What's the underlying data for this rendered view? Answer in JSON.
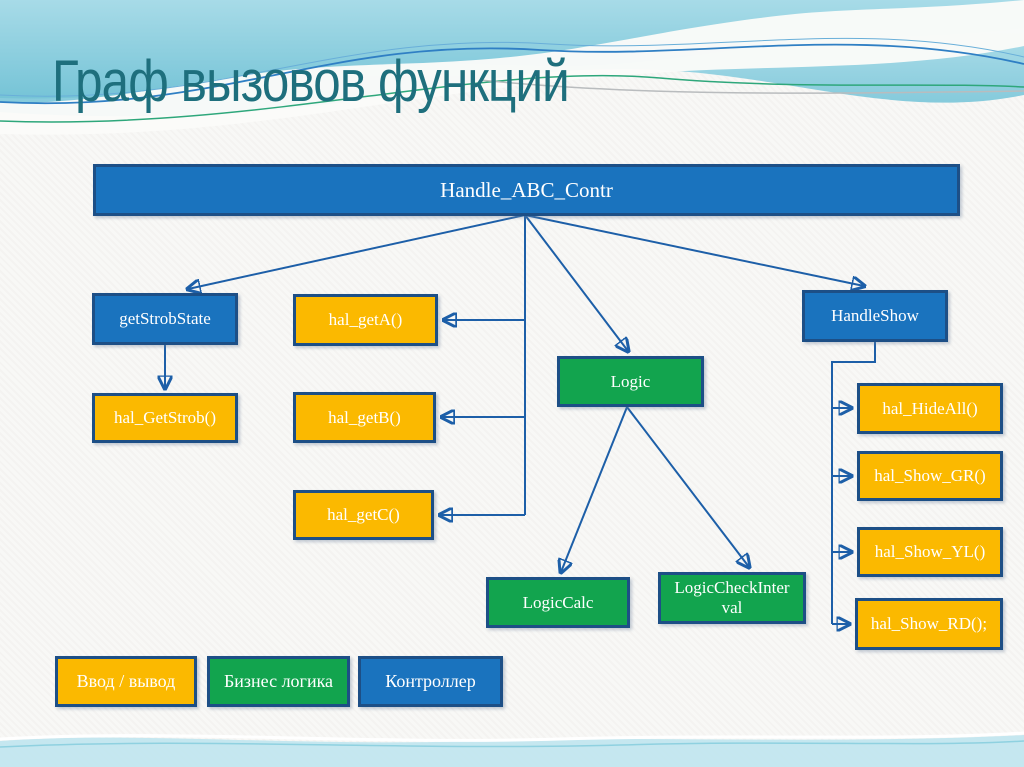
{
  "slide": {
    "title": "Граф вызовов функций"
  },
  "palette": {
    "title_teal": "#1E6F7D",
    "controller_blue": "#1A73BE",
    "io_yellow": "#FBB900",
    "business_green": "#12A44E",
    "box_border_navy": "#1D4F86",
    "connector_blue": "#1D5FA8",
    "wave_cyan": "#8FD1E0"
  },
  "nodes": {
    "handle_abc": {
      "label": "Handle_ABC_Contr",
      "category": "controller"
    },
    "get_strob_state": {
      "label": "getStrobState",
      "category": "controller"
    },
    "hal_get_strob": {
      "label": "hal_GetStrob()",
      "category": "io"
    },
    "hal_get_a": {
      "label": "hal_getA()",
      "category": "io"
    },
    "hal_get_b": {
      "label": "hal_getB()",
      "category": "io"
    },
    "hal_get_c": {
      "label": "hal_getC()",
      "category": "io"
    },
    "logic": {
      "label": "Logic",
      "category": "business"
    },
    "logic_calc": {
      "label": "LogicCalc",
      "category": "business"
    },
    "logic_check_interval": {
      "label": "LogicCheckInterval",
      "category": "business"
    },
    "handle_show": {
      "label": "HandleShow",
      "category": "controller"
    },
    "hal_hide_all": {
      "label": "hal_HideAll()",
      "category": "io"
    },
    "hal_show_gr": {
      "label": "hal_Show_GR()",
      "category": "io"
    },
    "hal_show_yl": {
      "label": "hal_Show_YL()",
      "category": "io"
    },
    "hal_show_rd": {
      "label": "hal_Show_RD();",
      "category": "io"
    }
  },
  "edges": [
    {
      "from": "Handle_ABC_Contr",
      "to": "getStrobState"
    },
    {
      "from": "Handle_ABC_Contr",
      "to": "hal_getA()"
    },
    {
      "from": "Handle_ABC_Contr",
      "to": "hal_getB()"
    },
    {
      "from": "Handle_ABC_Contr",
      "to": "hal_getC()"
    },
    {
      "from": "Handle_ABC_Contr",
      "to": "Logic"
    },
    {
      "from": "Handle_ABC_Contr",
      "to": "HandleShow"
    },
    {
      "from": "getStrobState",
      "to": "hal_GetStrob()"
    },
    {
      "from": "Logic",
      "to": "LogicCalc"
    },
    {
      "from": "Logic",
      "to": "LogicCheckInterval"
    },
    {
      "from": "HandleShow",
      "to": "hal_HideAll()"
    },
    {
      "from": "HandleShow",
      "to": "hal_Show_GR()"
    },
    {
      "from": "HandleShow",
      "to": "hal_Show_YL()"
    },
    {
      "from": "HandleShow",
      "to": "hal_Show_RD();"
    }
  ],
  "legend": {
    "io": {
      "label": "Ввод / вывод"
    },
    "business": {
      "label": "Бизнес логика"
    },
    "controller": {
      "label": "Контроллер"
    }
  }
}
